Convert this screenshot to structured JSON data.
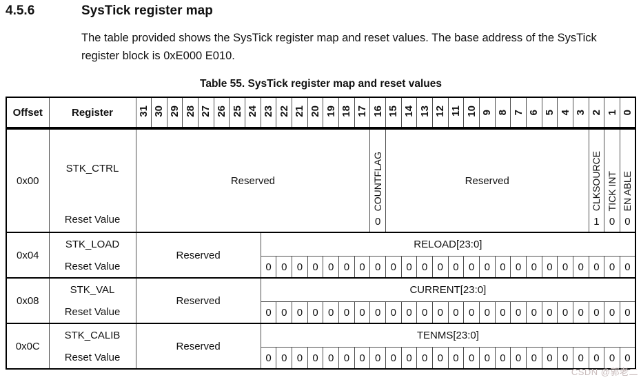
{
  "page": {
    "section_number": "4.5.6",
    "section_title": "SysTick register map",
    "paragraph": "The table provided shows the SysTick register map and reset values. The base address of the SysTick register block is 0xE000 E010.",
    "table_title": "Table 55. SysTick register map and reset values"
  },
  "table": {
    "col_offset": "Offset",
    "col_register": "Register",
    "bit_numbers": [
      "31",
      "30",
      "29",
      "28",
      "27",
      "26",
      "25",
      "24",
      "23",
      "22",
      "21",
      "20",
      "19",
      "18",
      "17",
      "16",
      "15",
      "14",
      "13",
      "12",
      "11",
      "10",
      "9",
      "8",
      "7",
      "6",
      "5",
      "4",
      "3",
      "2",
      "1",
      "0"
    ],
    "labels": {
      "reserved": "Reserved",
      "reset_value": "Reset Value"
    },
    "rows": [
      {
        "offset": "0x00",
        "register": "STK_CTRL",
        "fields": {
          "countflag": {
            "name": "COUNTFLAG",
            "reset": "0"
          },
          "clksource": {
            "name": "CLKSOURCE",
            "reset": "1"
          },
          "tickint": {
            "name": "TICK INT",
            "reset": "0"
          },
          "enable": {
            "name": "EN ABLE",
            "reset": "0"
          }
        }
      },
      {
        "offset": "0x04",
        "register": "STK_LOAD",
        "field": "RELOAD[23:0]",
        "reset_bits": [
          "0",
          "0",
          "0",
          "0",
          "0",
          "0",
          "0",
          "0",
          "0",
          "0",
          "0",
          "0",
          "0",
          "0",
          "0",
          "0",
          "0",
          "0",
          "0",
          "0",
          "0",
          "0",
          "0",
          "0"
        ]
      },
      {
        "offset": "0x08",
        "register": "STK_VAL",
        "field": "CURRENT[23:0]",
        "reset_bits": [
          "0",
          "0",
          "0",
          "0",
          "0",
          "0",
          "0",
          "0",
          "0",
          "0",
          "0",
          "0",
          "0",
          "0",
          "0",
          "0",
          "0",
          "0",
          "0",
          "0",
          "0",
          "0",
          "0",
          "0"
        ]
      },
      {
        "offset": "0x0C",
        "register": "STK_CALIB",
        "field": "TENMS[23:0]",
        "reset_bits": [
          "0",
          "0",
          "0",
          "0",
          "0",
          "0",
          "0",
          "0",
          "0",
          "0",
          "0",
          "0",
          "0",
          "0",
          "0",
          "0",
          "0",
          "0",
          "0",
          "0",
          "0",
          "0",
          "0",
          "0"
        ]
      }
    ]
  },
  "watermark": "CSDN @郭老二"
}
